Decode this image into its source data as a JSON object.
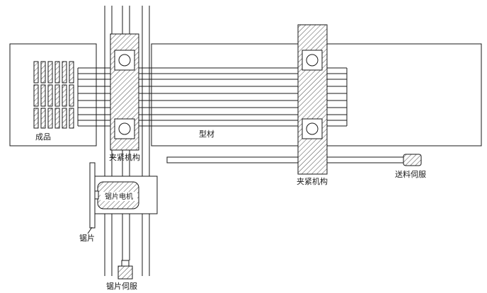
{
  "colors": {
    "stroke": "#1a1a1a",
    "hatch": "#4a4a4a",
    "background": "#ffffff"
  },
  "diagram": {
    "labels": {
      "finished_product": "成品",
      "left_clamp": "夹紧机构",
      "profile": "型材",
      "right_clamp": "夹紧机构",
      "feed_servo": "送料伺服",
      "saw_motor": "锯片电机",
      "saw_blade": "锯片",
      "saw_servo": "锯片伺服"
    }
  }
}
